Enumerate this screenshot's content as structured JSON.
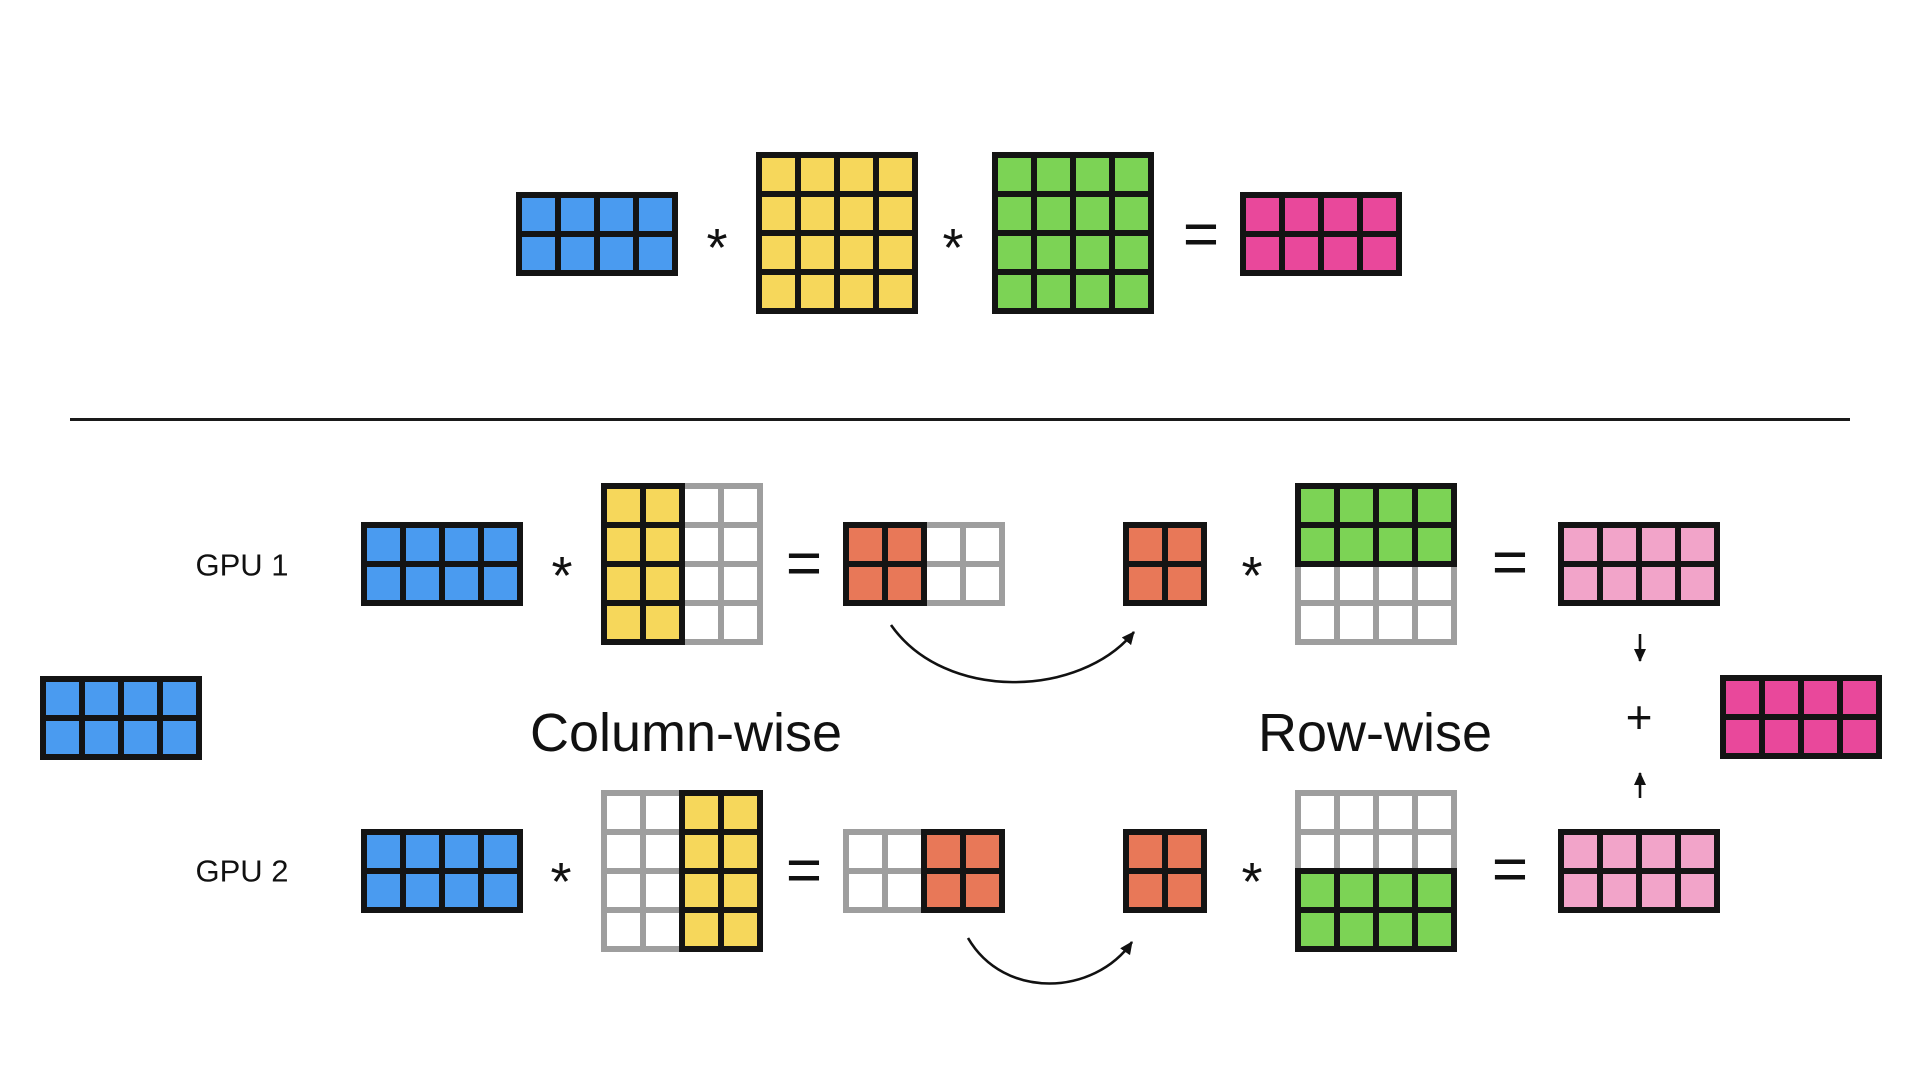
{
  "labels": {
    "gpu1": "GPU 1",
    "gpu2": "GPU 2",
    "column_wise": "Column-wise",
    "row_wise": "Row-wise"
  },
  "operators": {
    "multiply": "*",
    "equals": "=",
    "plus": "+"
  },
  "colors": {
    "blue": "#4A9BF0",
    "yellow": "#F6D75B",
    "green": "#7CD355",
    "magenta": "#E9489B",
    "orange": "#E87858",
    "light_pink": "#F2A4C9",
    "grid_black": "#141414",
    "grid_gray": "#9E9E9E",
    "empty_fill": "#FFFFFF",
    "background": "#FFFFFF"
  },
  "matrices": {
    "top_input": {
      "rows": 2,
      "cols": 4,
      "color": "blue",
      "region": "all"
    },
    "top_weight_1": {
      "rows": 4,
      "cols": 4,
      "color": "yellow",
      "region": "all"
    },
    "top_weight_2": {
      "rows": 4,
      "cols": 4,
      "color": "green",
      "region": "all"
    },
    "top_result": {
      "rows": 2,
      "cols": 4,
      "color": "magenta",
      "region": "all"
    },
    "gpu1_input": {
      "rows": 2,
      "cols": 4,
      "color": "blue",
      "region": "all"
    },
    "gpu1_weight_cols": {
      "rows": 4,
      "cols": 4,
      "color": "yellow",
      "region": "left"
    },
    "gpu1_partial": {
      "rows": 2,
      "cols": 4,
      "color": "orange",
      "region": "left"
    },
    "gpu1_partial_small": {
      "rows": 2,
      "cols": 2,
      "color": "orange",
      "region": "all"
    },
    "gpu1_weight_rows": {
      "rows": 4,
      "cols": 4,
      "color": "green",
      "region": "top"
    },
    "gpu1_result": {
      "rows": 2,
      "cols": 4,
      "color": "light_pink",
      "region": "all"
    },
    "mid_input": {
      "rows": 2,
      "cols": 4,
      "color": "blue",
      "region": "all"
    },
    "final_result": {
      "rows": 2,
      "cols": 4,
      "color": "magenta",
      "region": "all"
    },
    "gpu2_input": {
      "rows": 2,
      "cols": 4,
      "color": "blue",
      "region": "all"
    },
    "gpu2_weight_cols": {
      "rows": 4,
      "cols": 4,
      "color": "yellow",
      "region": "right"
    },
    "gpu2_partial": {
      "rows": 2,
      "cols": 4,
      "color": "orange",
      "region": "right"
    },
    "gpu2_partial_small": {
      "rows": 2,
      "cols": 2,
      "color": "orange",
      "region": "all"
    },
    "gpu2_weight_rows": {
      "rows": 4,
      "cols": 4,
      "color": "green",
      "region": "bottom"
    },
    "gpu2_result": {
      "rows": 2,
      "cols": 4,
      "color": "light_pink",
      "region": "all"
    }
  }
}
